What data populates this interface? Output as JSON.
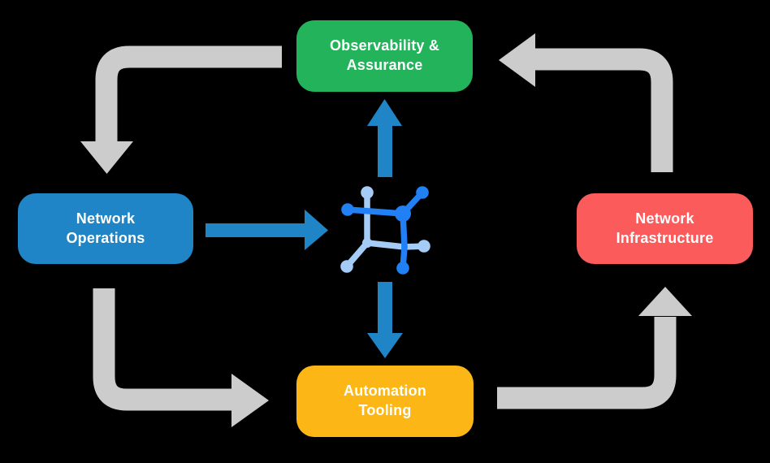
{
  "diagram": {
    "background_color": "#000000",
    "text_color": "#FFFFFF",
    "nodes": {
      "observability": {
        "line1": "Observability &",
        "line2": "Assurance",
        "color": "#23B45B"
      },
      "operations": {
        "line1": "Network",
        "line2": "Operations",
        "color": "#1F85C6"
      },
      "infrastructure": {
        "line1": "Network",
        "line2": "Infrastructure",
        "color": "#FC5B5C"
      },
      "automation": {
        "line1": "Automation",
        "line2": "Tooling",
        "color": "#FCB615"
      }
    },
    "center_icon": {
      "name": "network-mesh-icon",
      "primary_color": "#2180F3",
      "secondary_color": "#A5CCF6"
    },
    "cycle_arrows": {
      "color": "#CCCCCC",
      "items": [
        {
          "from": "observability",
          "to": "operations",
          "position": "top-left",
          "direction": "down"
        },
        {
          "from": "operations",
          "to": "automation",
          "position": "bottom-left",
          "direction": "right"
        },
        {
          "from": "automation",
          "to": "infrastructure",
          "position": "bottom-right",
          "direction": "up"
        },
        {
          "from": "infrastructure",
          "to": "observability",
          "position": "top-right",
          "direction": "left"
        }
      ]
    },
    "flow_arrows": {
      "color": "#1F85C6",
      "items": [
        {
          "from": "operations",
          "to": "center-icon",
          "direction": "right"
        },
        {
          "from": "center-icon",
          "to": "observability",
          "direction": "up"
        },
        {
          "from": "center-icon",
          "to": "automation",
          "direction": "down"
        }
      ]
    }
  }
}
